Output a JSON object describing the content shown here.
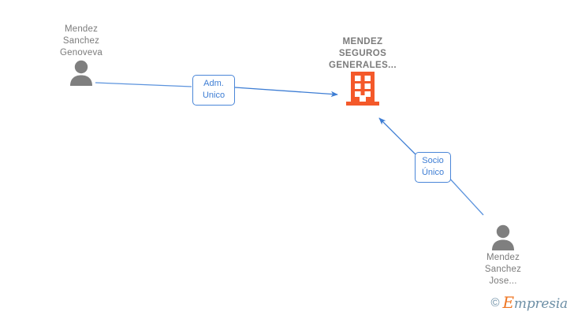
{
  "diagram": {
    "title": "MENDEZ SEGUROS GENERALES... shareholder / administrator graph",
    "accent_blue": "#4a86d8",
    "company_orange": "#f4592a",
    "node_gray": "#7b7b7b"
  },
  "company": {
    "name": "MENDEZ\nSEGUROS\nGENERALES...",
    "icon": "building-icon"
  },
  "people": [
    {
      "id": "mendez-sanchez-genoveva",
      "name": "Mendez\nSanchez\nGenoveva",
      "icon": "person-icon",
      "label_position": "above"
    },
    {
      "id": "mendez-sanchez-jose",
      "name": "Mendez\nSanchez\nJose...",
      "icon": "person-icon",
      "label_position": "below"
    }
  ],
  "relations": [
    {
      "id": "adm-unico",
      "label": "Adm.\nUnico",
      "from": "mendez-sanchez-genoveva",
      "to": "company",
      "direction": "to-company"
    },
    {
      "id": "socio-unico",
      "label": "Socio\nÚnico",
      "from": "mendez-sanchez-jose",
      "to": "company",
      "direction": "to-company"
    }
  ],
  "watermark": {
    "copyright": "©",
    "brand_initial": "E",
    "brand_rest": "mpresia"
  }
}
